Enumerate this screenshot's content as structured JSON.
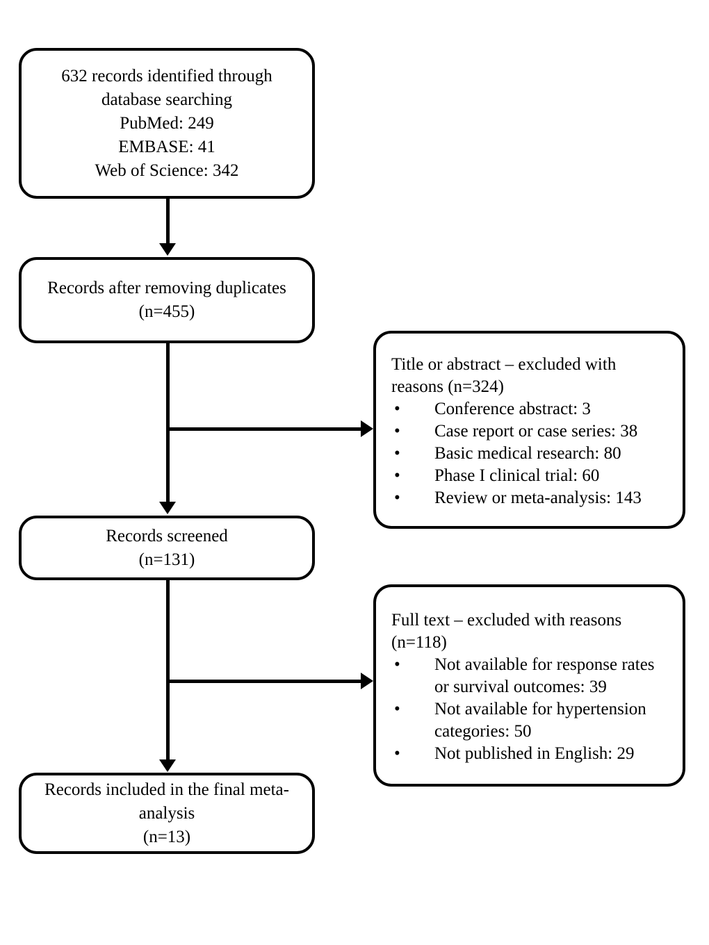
{
  "diagram": {
    "type": "prisma-flow-diagram",
    "title": "",
    "colors": {
      "stroke": "#000000",
      "fill": "#ffffff",
      "text": "#000000"
    },
    "nodes": {
      "identified": {
        "lines": [
          "632 records identified through",
          "database searching",
          "PubMed: 249",
          "EMBASE: 41",
          "Web of Science: 342"
        ]
      },
      "duplicates": {
        "lines": [
          "Records after removing duplicates",
          "(n=455)"
        ]
      },
      "screened": {
        "lines": [
          "Records screened",
          "(n=131)"
        ]
      },
      "included": {
        "lines": [
          "Records included in the final meta-",
          "analysis",
          "(n=13)"
        ]
      },
      "excluded_title_abstract": {
        "heading": "Title or abstract – excluded with reasons (n=324)",
        "bullet_symbol": "•",
        "bullets": [
          "Conference abstract: 3",
          "Case report or case series: 38",
          "Basic medical research: 80",
          "Phase I clinical trial: 60",
          "Review or meta-analysis: 143"
        ]
      },
      "excluded_full_text": {
        "heading": "Full text – excluded with reasons (n=118)",
        "bullet_symbol": "•",
        "bullets": [
          "Not available for response rates or survival outcomes: 39",
          "Not available for hypertension categories: 50",
          "Not published in English: 29"
        ]
      }
    }
  }
}
